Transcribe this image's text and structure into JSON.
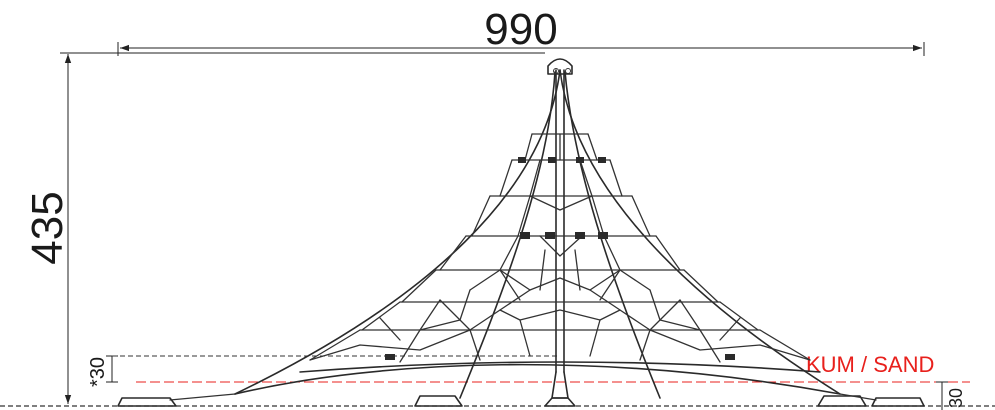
{
  "dimensions": {
    "width_label": "990",
    "height_label": "435",
    "fall_height_label": "*30",
    "sand_depth_label": "30"
  },
  "surface": {
    "label": "KUM / SAND",
    "color": "#e8201c"
  },
  "colors": {
    "line": "#2a2a2a",
    "background": "#ffffff"
  }
}
